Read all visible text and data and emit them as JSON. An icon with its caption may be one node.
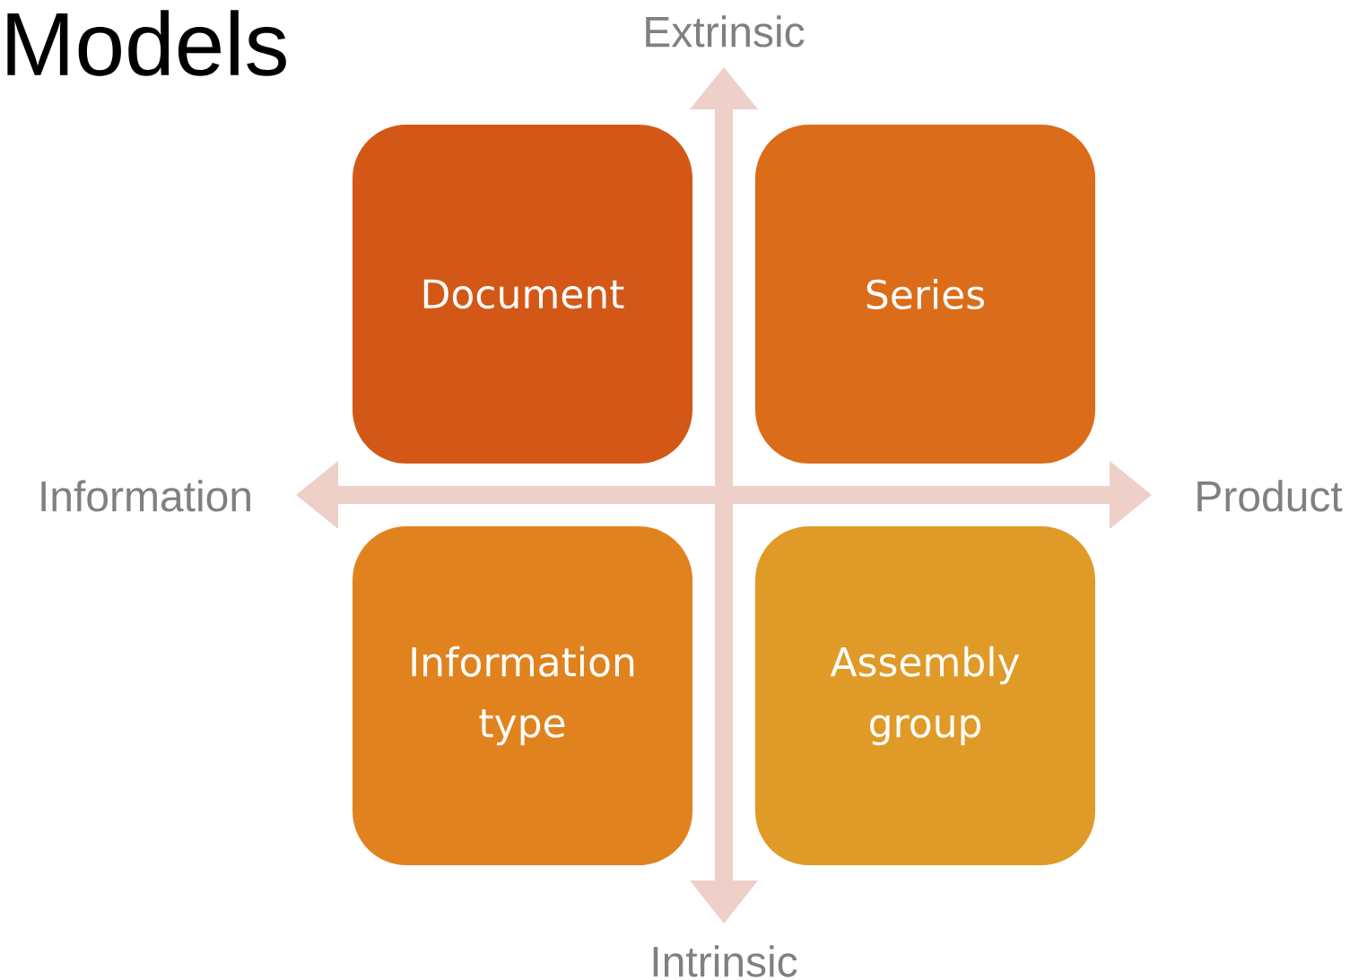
{
  "diagram": {
    "title": "Models",
    "nodes": [
      {
        "text": [
          "Document"
        ]
      },
      {
        "text": [
          "Series"
        ]
      },
      {
        "text": [
          "Information type"
        ]
      },
      {
        "text": [
          "Assembly group"
        ]
      }
    ],
    "labels": [
      "Extrinsic",
      "Information",
      "Product",
      "Intrinsic"
    ]
  }
}
